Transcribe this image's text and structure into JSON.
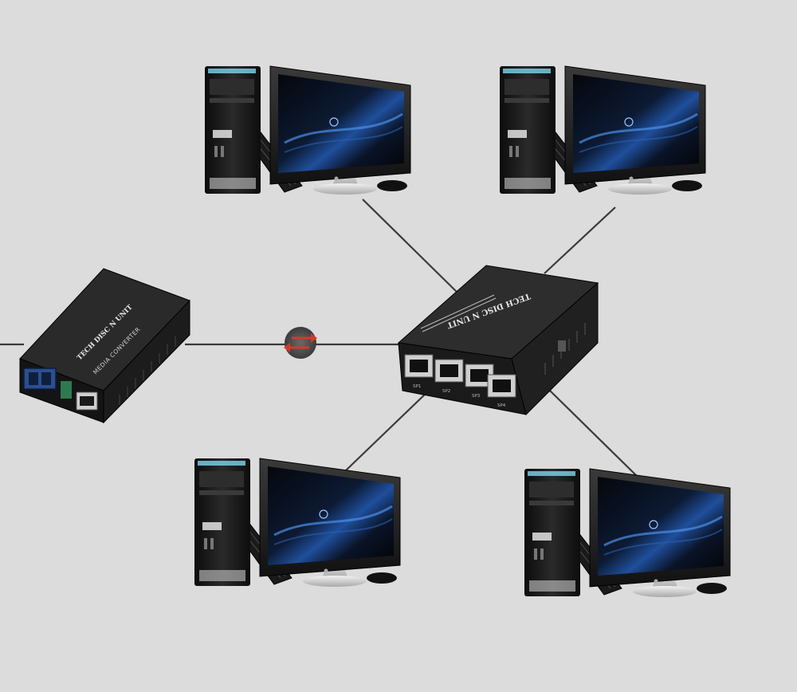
{
  "colors": {
    "background": "#dcdcdc",
    "device_body": "#1f1f1f",
    "cable": "#3a3a3a",
    "screen_glow": "#3b78c8",
    "converter_arrow": "#d23a2a"
  },
  "switch": {
    "brand": "TECH DISC N UNIT",
    "ports": [
      "SP1",
      "SP2",
      "SP3",
      "SP4"
    ]
  },
  "media_converter": {
    "brand": "TECH DISC N UNIT",
    "product": "MEDIA CONVERTER"
  },
  "computers": [
    {
      "id": "pc-top-left",
      "screen_logo": "hp"
    },
    {
      "id": "pc-top-right",
      "screen_logo": "hp"
    },
    {
      "id": "pc-bottom-left",
      "screen_logo": "hp"
    },
    {
      "id": "pc-bottom-right",
      "screen_logo": "hp"
    }
  ],
  "icons": {
    "link_indicator": "bidirectional-arrows-icon"
  }
}
